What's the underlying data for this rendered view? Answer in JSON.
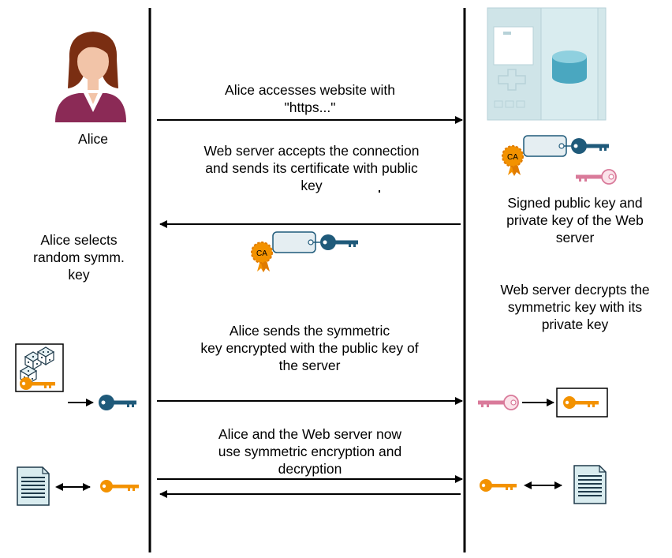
{
  "actors": {
    "client": "Alice"
  },
  "steps": {
    "request": "Alice accesses website with\n\"https...\"",
    "accept": "Web server accepts the connection\nand sends its certificate with public\nkey",
    "client_select": "Alice selects\nrandom symm.\nkey",
    "server_keys": "Signed public key and\nprivate key of the Web\nserver",
    "server_decrypt": "Web server decrypts the\nsymmetric key with its\nprivate key",
    "send_key": "Alice sends the symmetric\nkey encrypted with the public key of\nthe server",
    "session": "Alice and the Web server now\nuse symmetric encryption and\ndecryption"
  },
  "badges": {
    "ca": "CA"
  },
  "colors": {
    "public_key": "#1f5a7a",
    "symmetric_key": "#f39200",
    "private_key": "#d97a9a",
    "ca_seal": "#f39200",
    "person": "#8b2a56",
    "server": "#d9ecef"
  },
  "icons": [
    "person-icon",
    "server-icon",
    "dice-icon",
    "document-icon",
    "public-key-icon",
    "private-key-icon",
    "symmetric-key-icon",
    "ca-seal-icon"
  ]
}
